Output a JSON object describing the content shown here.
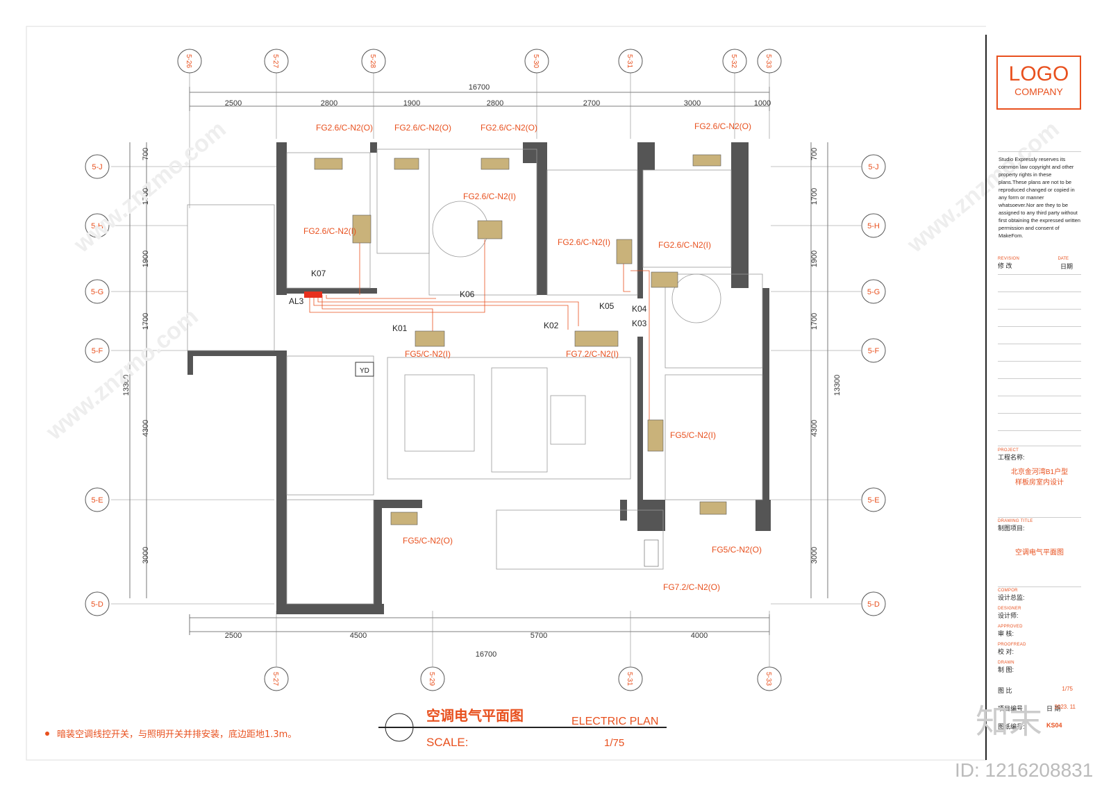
{
  "grid": {
    "top": [
      "5-26",
      "5-27",
      "5-28",
      "5-30",
      "5-31",
      "5-32",
      "5-33"
    ],
    "bottom": [
      "5-27",
      "5-29",
      "5-31",
      "5-33"
    ],
    "left": [
      "5-J",
      "5-H",
      "5-G",
      "5-F",
      "5-E",
      "5-D"
    ],
    "right": [
      "5-J",
      "5-H",
      "5-G",
      "5-F",
      "5-E",
      "5-D"
    ]
  },
  "dims": {
    "top_total": "16700",
    "top_segments": [
      "2500",
      "2800",
      "1900",
      "2800",
      "2700",
      "3000",
      "1000"
    ],
    "bottom_total": "16700",
    "bottom_segments": [
      "2500",
      "4500",
      "5700",
      "4000"
    ],
    "left_total": "13300",
    "left_segments": [
      "700",
      "1700",
      "1900",
      "1700",
      "4300",
      "3000"
    ],
    "right_total": "13300",
    "right_segments": [
      "700",
      "1700",
      "1900",
      "1700",
      "4300",
      "3000"
    ]
  },
  "units": {
    "outdoor_a": "FG2.6/C-N2(O)",
    "outdoor_b": "FG2.6/C-N2(O)",
    "outdoor_c": "FG2.6/C-N2(O)",
    "outdoor_d": "FG2.6/C-N2(O)",
    "indoor_a": "FG2.6/C-N2(I)",
    "indoor_b": "FG2.6/C-N2(I)",
    "indoor_c": "FG2.6/C-N2(I)",
    "indoor_d": "FG2.6/C-N2(I)",
    "living_a": "FG5/C-N2(I)",
    "living_b": "FG7.2/C-N2(I)",
    "bedroom": "FG5/C-N2(I)",
    "outdoor_e": "FG5/C-N2(O)",
    "outdoor_f": "FG5/C-N2(O)",
    "outdoor_g": "FG7.2/C-N2(O)"
  },
  "switches": {
    "k01": "K01",
    "k02": "K02",
    "k03": "K03",
    "k04": "K04",
    "k05": "K05",
    "k06": "K06",
    "k07": "K07",
    "panel": "AL3",
    "yd": "YD"
  },
  "plan_title": {
    "cn": "空调电气平面图",
    "en": "ELECTRIC PLAN",
    "scale_label": "SCALE:",
    "scale_value": "1/75"
  },
  "note": "暗装空调线控开关，与照明开关并排安装，底边距地1.3m。",
  "titleblock": {
    "logo": "LOGO",
    "company": "COMPANY",
    "copyright": "Studio Expressly reserves its common law copyright and other property rights in these plans.These plans are not to be reproduced changed or copied in any form or manner whatsoever.Nor are they to be assigned to any third party without first obtaining the expressed written permission and consent of MakeFom.",
    "revision_en": "REVISION",
    "revision": "修 改",
    "date_en": "DATE",
    "date": "日期",
    "project_en": "PROJECT",
    "project_label": "工程名称:",
    "project_value_1": "北京金河湾B1户型",
    "project_value_2": "样板房室内设计",
    "drawing_en": "DRAWING TITLE",
    "drawing_label": "制图项目:",
    "drawing_value": "空调电气平面图",
    "director_en": "COMPOR",
    "director": "设计总监:",
    "designer_en": "DESIGNER",
    "designer": "设计师:",
    "approved_en": "APPROVED",
    "approved": "审 核:",
    "proof_en": "PROOFREAD",
    "proof": "校 对:",
    "drawn_en": "DRAWN",
    "drawn": "制 图:",
    "scale_row": "图 比",
    "scale_row_val": "1/75",
    "projno": "项目编号",
    "date_row": "日 期",
    "date_val": "2023. 11",
    "dwgno": "图纸编号:",
    "dwgno_val": "KS04"
  },
  "watermark": "www.znzmo.com",
  "brand": "知末",
  "id": "ID: 1216208831"
}
